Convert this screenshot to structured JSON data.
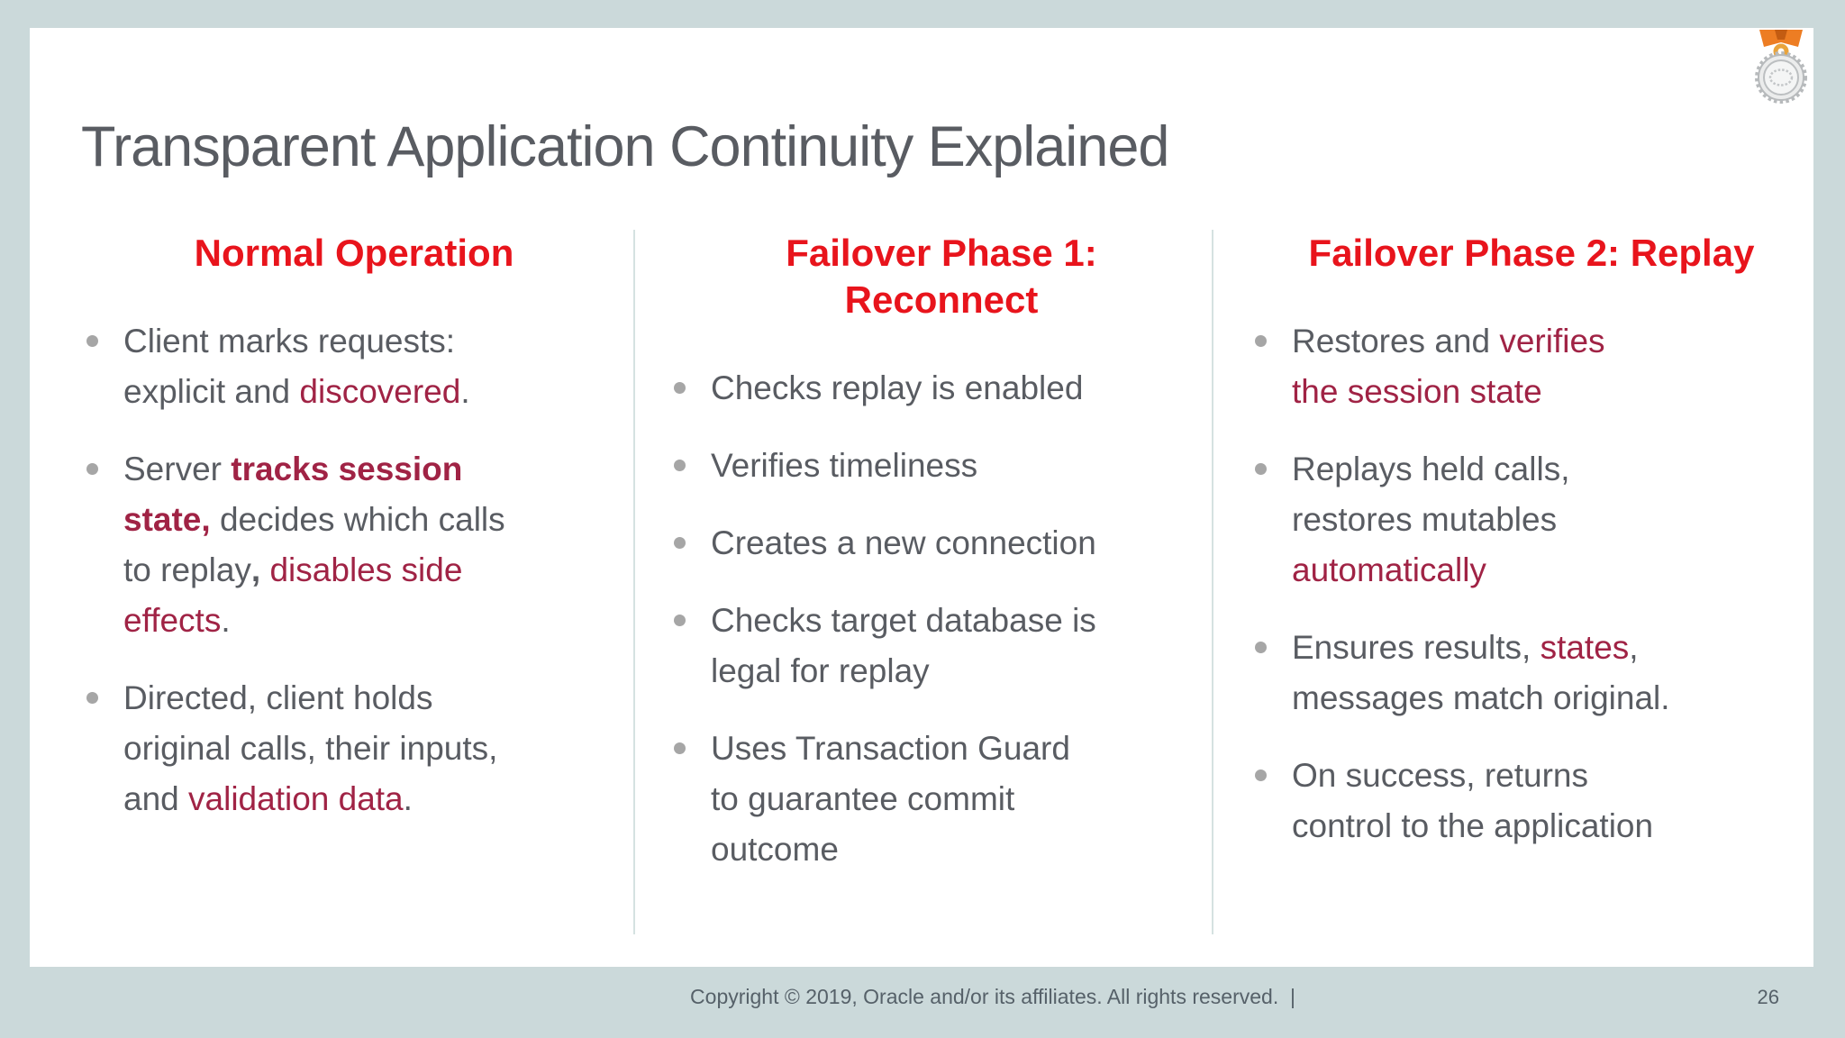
{
  "slide": {
    "title": "Transparent Application Continuity Explained",
    "logo_icon": "medal-award-icon"
  },
  "colors": {
    "background": "#cbd9da",
    "slide_background": "#ffffff",
    "red": "#e8141c",
    "maroon": "#a02345",
    "text": "#595c62",
    "bullet": "#a6a6a6",
    "divider": "#d5e2e1",
    "footer_text": "#566169",
    "ribbon_orange": "#ed7d23",
    "ribbon_orange_dark": "#c35c12",
    "medal_silver": "#b7babc"
  },
  "columns": [
    {
      "id": "normal-operation",
      "heading_lines": [
        "Normal Operation"
      ],
      "bullets": [
        [
          {
            "t": "Client marks requests:"
          },
          {
            "br": true
          },
          {
            "t": "explicit and "
          },
          {
            "t": "discovered",
            "c": "maroon"
          },
          {
            "t": "."
          }
        ],
        [
          {
            "t": "Server "
          },
          {
            "t": "tracks session",
            "c": "maroon",
            "b": true
          },
          {
            "br": true
          },
          {
            "t": "state",
            "c": "maroon",
            "b": true
          },
          {
            "t": ",",
            "c": "maroon",
            "b": true
          },
          {
            "t": " decides which calls"
          },
          {
            "br": true
          },
          {
            "t": "to replay"
          },
          {
            "t": ",",
            "b": true
          },
          {
            "t": " "
          },
          {
            "t": "disables side",
            "c": "maroon"
          },
          {
            "br": true
          },
          {
            "t": "effects",
            "c": "maroon"
          },
          {
            "t": "."
          }
        ],
        [
          {
            "t": "Directed, client holds"
          },
          {
            "br": true
          },
          {
            "t": "original calls, their inputs,"
          },
          {
            "br": true
          },
          {
            "t": "and "
          },
          {
            "t": "validation data",
            "c": "maroon"
          },
          {
            "t": "."
          }
        ]
      ]
    },
    {
      "id": "failover-phase-1",
      "heading_lines": [
        "Failover Phase 1:",
        "Reconnect"
      ],
      "bullets": [
        [
          {
            "t": "Checks replay is enabled"
          }
        ],
        [
          {
            "t": "Verifies timeliness"
          }
        ],
        [
          {
            "t": "Creates a new connection"
          }
        ],
        [
          {
            "t": "Checks target database is"
          },
          {
            "br": true
          },
          {
            "t": "legal for replay"
          }
        ],
        [
          {
            "t": "Uses Transaction Guard"
          },
          {
            "br": true
          },
          {
            "t": "to guarantee commit"
          },
          {
            "br": true
          },
          {
            "t": "outcome"
          }
        ]
      ]
    },
    {
      "id": "failover-phase-2",
      "heading_lines": [
        "Failover Phase 2: Replay"
      ],
      "bullets": [
        [
          {
            "t": "Restores and "
          },
          {
            "t": "verifies",
            "c": "maroon"
          },
          {
            "br": true
          },
          {
            "t": "the session state",
            "c": "maroon"
          }
        ],
        [
          {
            "t": "Replays held calls,"
          },
          {
            "br": true
          },
          {
            "t": "restores mutables"
          },
          {
            "br": true
          },
          {
            "t": "automatically",
            "c": "maroon"
          }
        ],
        [
          {
            "t": "Ensures results, "
          },
          {
            "t": "states",
            "c": "maroon"
          },
          {
            "t": ","
          },
          {
            "br": true
          },
          {
            "t": "messages match original."
          }
        ],
        [
          {
            "t": "On success, returns"
          },
          {
            "br": true
          },
          {
            "t": "control to the application"
          }
        ]
      ]
    }
  ],
  "footer": {
    "copyright": "Copyright © 2019, Oracle and/or its affiliates. All rights reserved.  |",
    "page_number": "26"
  }
}
